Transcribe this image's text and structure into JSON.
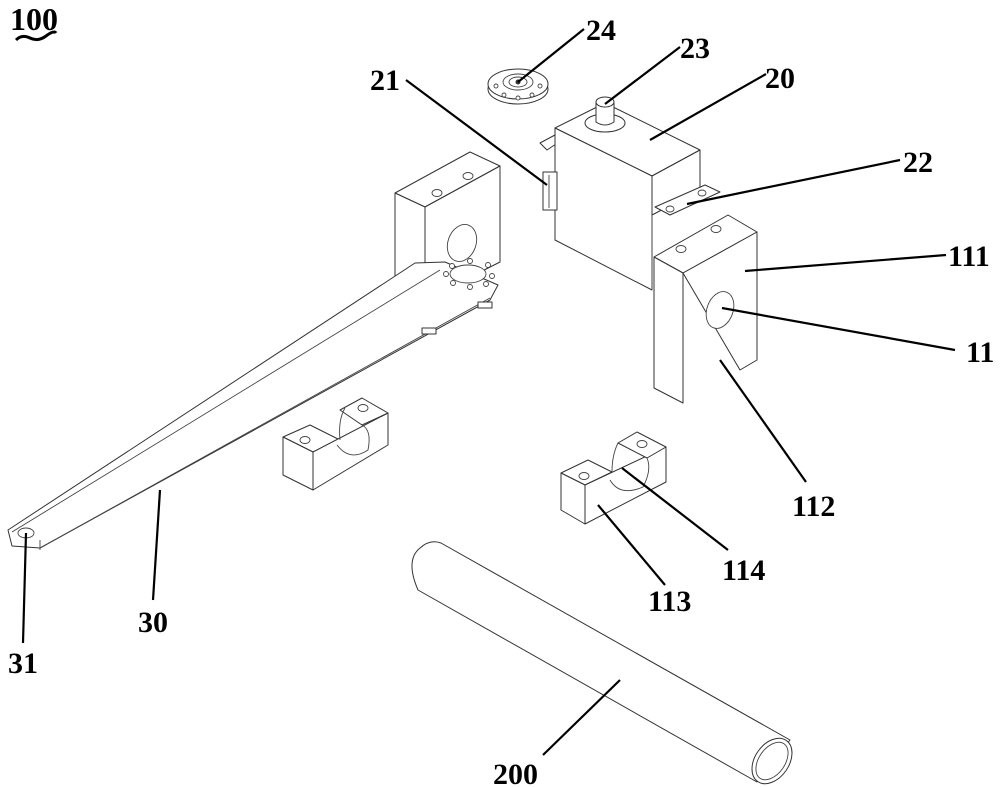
{
  "figure": {
    "reference_number": "100",
    "type": "exploded isometric patent drawing"
  },
  "labels": {
    "l11": "11",
    "l20": "20",
    "l21": "21",
    "l22": "22",
    "l23": "23",
    "l24": "24",
    "l30": "30",
    "l31": "31",
    "l111": "111",
    "l112": "112",
    "l113": "113",
    "l114": "114",
    "l200": "200"
  },
  "components": [
    {
      "id": "20",
      "name": "motor housing"
    },
    {
      "id": "21",
      "name": "side connector"
    },
    {
      "id": "22",
      "name": "mounting tab"
    },
    {
      "id": "23",
      "name": "output shaft"
    },
    {
      "id": "24",
      "name": "flange disc"
    },
    {
      "id": "30",
      "name": "arm"
    },
    {
      "id": "31",
      "name": "arm end hole"
    },
    {
      "id": "11",
      "name": "bore"
    },
    {
      "id": "111",
      "name": "upper clamp block"
    },
    {
      "id": "112",
      "name": "upper clamp recess"
    },
    {
      "id": "113",
      "name": "lower clamp block"
    },
    {
      "id": "114",
      "name": "lower clamp recess"
    },
    {
      "id": "200",
      "name": "tube"
    }
  ]
}
